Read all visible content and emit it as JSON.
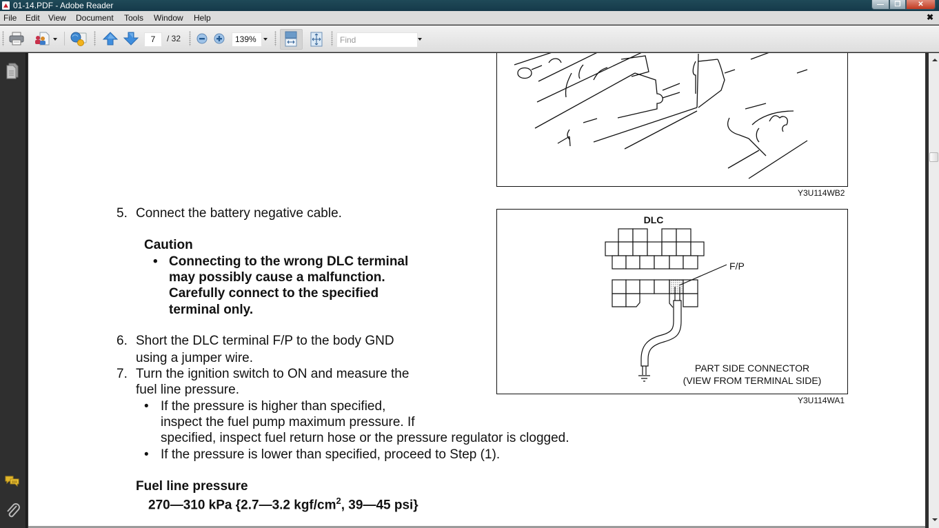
{
  "window": {
    "title": "01-14.PDF - Adobe Reader",
    "controls": {
      "minimize": "—",
      "maximize": "❐",
      "close": "✕"
    }
  },
  "menubar": {
    "items": [
      "File",
      "Edit",
      "View",
      "Document",
      "Tools",
      "Window",
      "Help"
    ],
    "close_glyph": "✖"
  },
  "toolbar": {
    "icons": [
      "print-icon",
      "collaborate-icon",
      "web-share-icon",
      "previous-page-icon",
      "next-page-icon",
      "zoom-out-icon",
      "zoom-in-icon",
      "fit-width-icon",
      "fit-page-icon"
    ],
    "current_page": "7",
    "page_total": "/ 32",
    "zoom_level": "139%",
    "find_placeholder": "Find"
  },
  "sidebar": {
    "icons": [
      "pages-icon",
      "comments-icon",
      "attachments-icon"
    ]
  },
  "document": {
    "figure1": {
      "code": "Y3U114WB2"
    },
    "figure2": {
      "code": "Y3U114WA1",
      "title": "DLC",
      "pin_label": "F/P",
      "caption_line1": "PART SIDE CONNECTOR",
      "caption_line2": "(VIEW FROM TERMINAL SIDE)"
    },
    "step5": {
      "number": "5.",
      "text": "Connect the battery negative cable."
    },
    "caution": {
      "heading": "Caution",
      "bullet": "•",
      "lines": [
        "Connecting to the wrong DLC terminal",
        "may possibly cause a malfunction.",
        "Carefully connect to the specified",
        "terminal only."
      ]
    },
    "step6": {
      "number": "6.",
      "lines": [
        "Short the DLC terminal F/P to the body GND",
        "using a jumper wire."
      ]
    },
    "step7": {
      "number": "7.",
      "lines": [
        "Turn the ignition switch to ON and measure the",
        "fuel line pressure."
      ]
    },
    "bullets": {
      "b1": [
        "If the pressure is higher than specified,",
        "inspect the fuel pump maximum pressure. If",
        "specified, inspect fuel return hose or the pressure regulator is clogged."
      ],
      "b2": "If the pressure is lower than specified, proceed to Step (1)."
    },
    "spec": {
      "heading": "Fuel line pressure",
      "value_part1": "270—310 kPa {2.7—3.2 kgf/cm",
      "superscript": "2",
      "value_part2": ", 39—45 psi}"
    }
  }
}
